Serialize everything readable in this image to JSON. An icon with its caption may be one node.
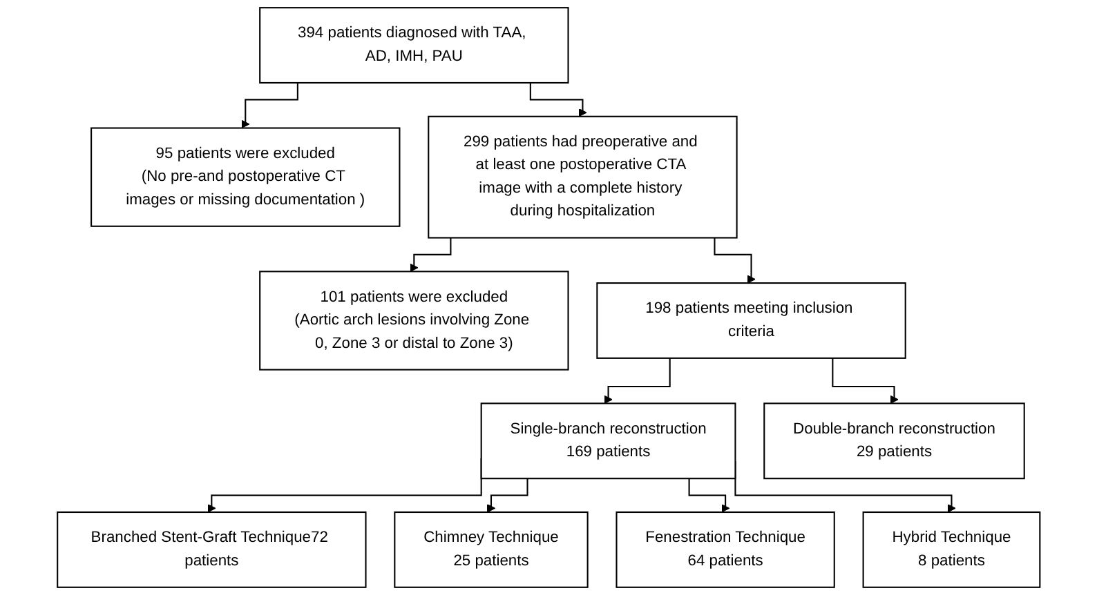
{
  "diagram": {
    "nodes": [
      {
        "text": [
          "394 patients diagnosed with TAA, AD, IMH, PAU"
        ]
      },
      {
        "text": [
          "95 patients were excluded",
          "(No pre-and postoperative CT images or missing documentation )"
        ]
      },
      {
        "text": [
          "299 patients had preoperative and at least one postoperative CTA image with a complete history during hospitalization"
        ]
      },
      {
        "text": [
          "101 patients were excluded",
          "(Aortic arch lesions involving Zone 0, Zone 3 or distal to Zone 3)"
        ]
      },
      {
        "text": [
          "198 patients meeting inclusion criteria"
        ]
      },
      {
        "text": [
          "Single-branch reconstruction",
          "169 patients"
        ]
      },
      {
        "text": [
          "Double-branch reconstruction",
          "29 patients"
        ]
      },
      {
        "text": [
          "Branched Stent-Graft Technique72 patients"
        ]
      },
      {
        "text": [
          "Chimney Technique",
          "25 patients"
        ]
      },
      {
        "text": [
          "Fenestration Technique",
          "64 patients"
        ]
      },
      {
        "text": [
          "Hybrid Technique",
          "8 patients"
        ]
      }
    ],
    "edges": [
      {
        "from": 0,
        "to": 2,
        "arrow": "to"
      },
      {
        "from": 0,
        "to": 1,
        "arrow": "to"
      },
      {
        "from": 2,
        "to": 4,
        "arrow": "to"
      },
      {
        "from": 2,
        "to": 3,
        "arrow": "to"
      },
      {
        "from": 4,
        "to": 5,
        "arrow": "to"
      },
      {
        "from": 4,
        "to": 6,
        "arrow": "to"
      },
      {
        "from": 5,
        "to": 7,
        "arrow": "to"
      },
      {
        "from": 5,
        "to": 8,
        "arrow": "to"
      },
      {
        "from": 5,
        "to": 9,
        "arrow": "to"
      },
      {
        "from": 5,
        "to": 10,
        "arrow": "to"
      }
    ]
  }
}
